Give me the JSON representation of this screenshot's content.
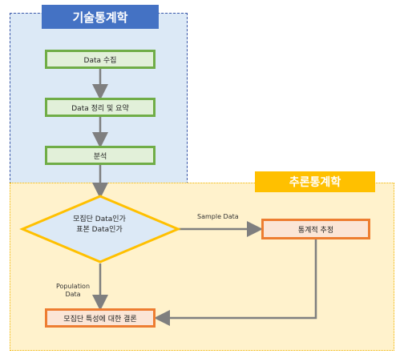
{
  "regions": {
    "descriptive": {
      "title": "기술통계학"
    },
    "inferential": {
      "title": "추론통계학"
    }
  },
  "nodes": {
    "data_collection": "Data 수집",
    "data_summary": "Data 정리 및 요약",
    "analysis": "분석",
    "decision_line1": "모집단 Data인가",
    "decision_line2": "표본 Data인가",
    "estimation": "통계적 추정",
    "conclusion": "모집단 특성에 대한 결론"
  },
  "edges": {
    "sample": "Sample Data",
    "population_line1": "Population",
    "population_line2": "Data"
  },
  "colors": {
    "blue": "#4472c4",
    "gold": "#ffc000",
    "green_border": "#70ad47",
    "orange_border": "#ed7d31",
    "arrow": "#7f7f7f"
  }
}
